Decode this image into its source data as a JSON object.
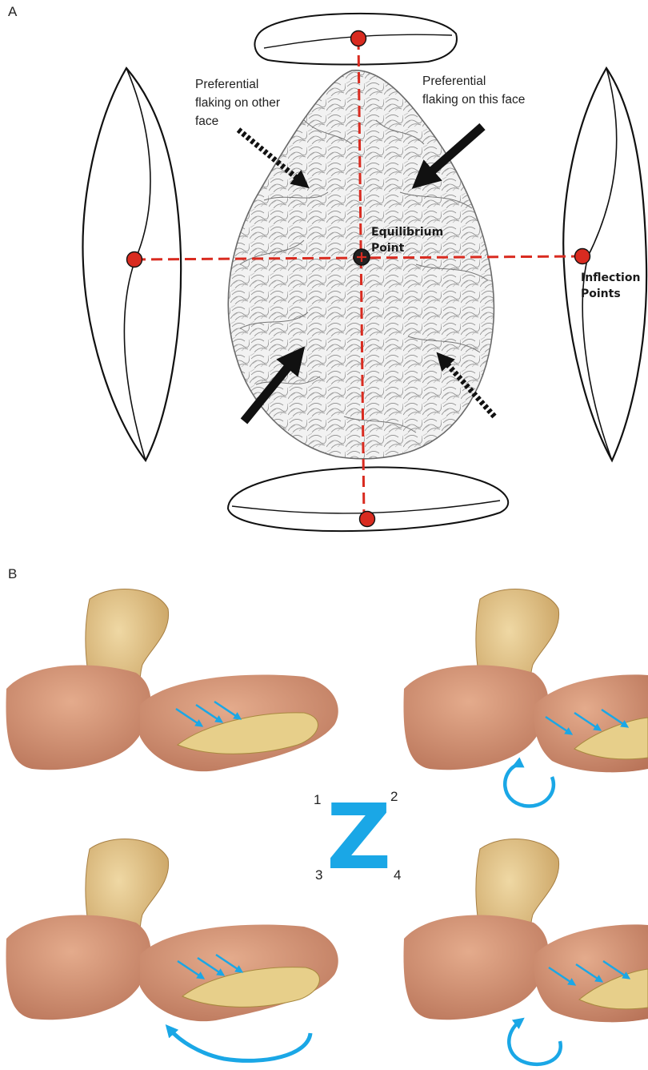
{
  "panels": {
    "a": {
      "letter": "A"
    },
    "b": {
      "letter": "B"
    }
  },
  "labels": {
    "other_face": [
      "Preferential",
      "flaking on other",
      "face"
    ],
    "this_face": [
      "Preferential",
      "flaking on this face"
    ],
    "equilibrium": [
      "Equilibrium",
      "Point"
    ],
    "inflection": [
      "Inflection",
      "Points"
    ]
  },
  "sequence": {
    "letter": "Z",
    "numbers": [
      "1",
      "2",
      "3",
      "4"
    ]
  },
  "colors": {
    "axis_red": "#d92b20",
    "accent_blue": "#1aa7e6",
    "stone": "#d9b878",
    "skin": "#cf8f6e",
    "outline": "#111111"
  },
  "icons": [
    "handaxe-illustration",
    "equilibrium-marker",
    "hammerstone",
    "hand",
    "rotation-arrow"
  ]
}
